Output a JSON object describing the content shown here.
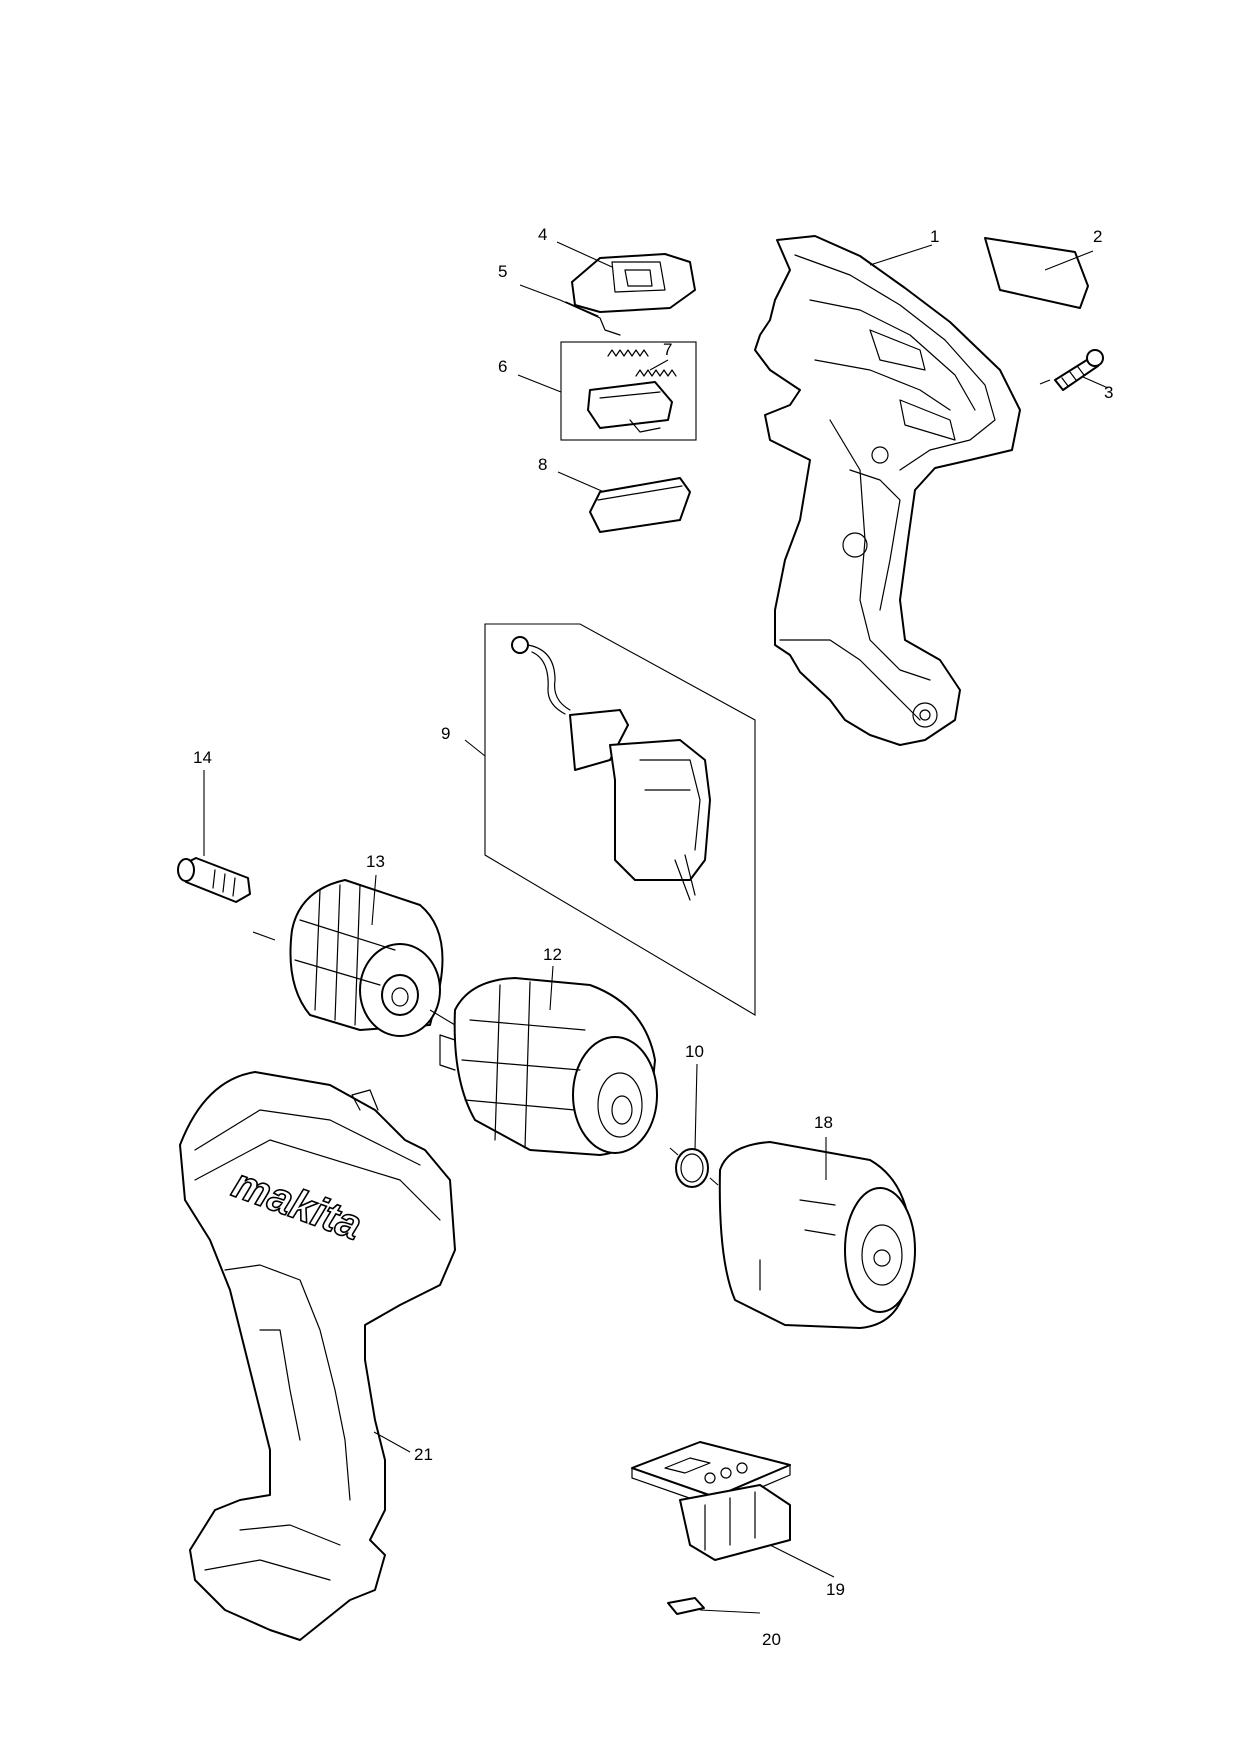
{
  "callouts": {
    "p1": "1",
    "p2": "2",
    "p3": "3",
    "p4": "4",
    "p5": "5",
    "p6": "6",
    "p7": "7",
    "p8": "8",
    "p9": "9",
    "p10": "10",
    "p12": "12",
    "p13": "13",
    "p14": "14",
    "p18": "18",
    "p19": "19",
    "p20": "20",
    "p21": "21"
  },
  "logo_text": "makita"
}
